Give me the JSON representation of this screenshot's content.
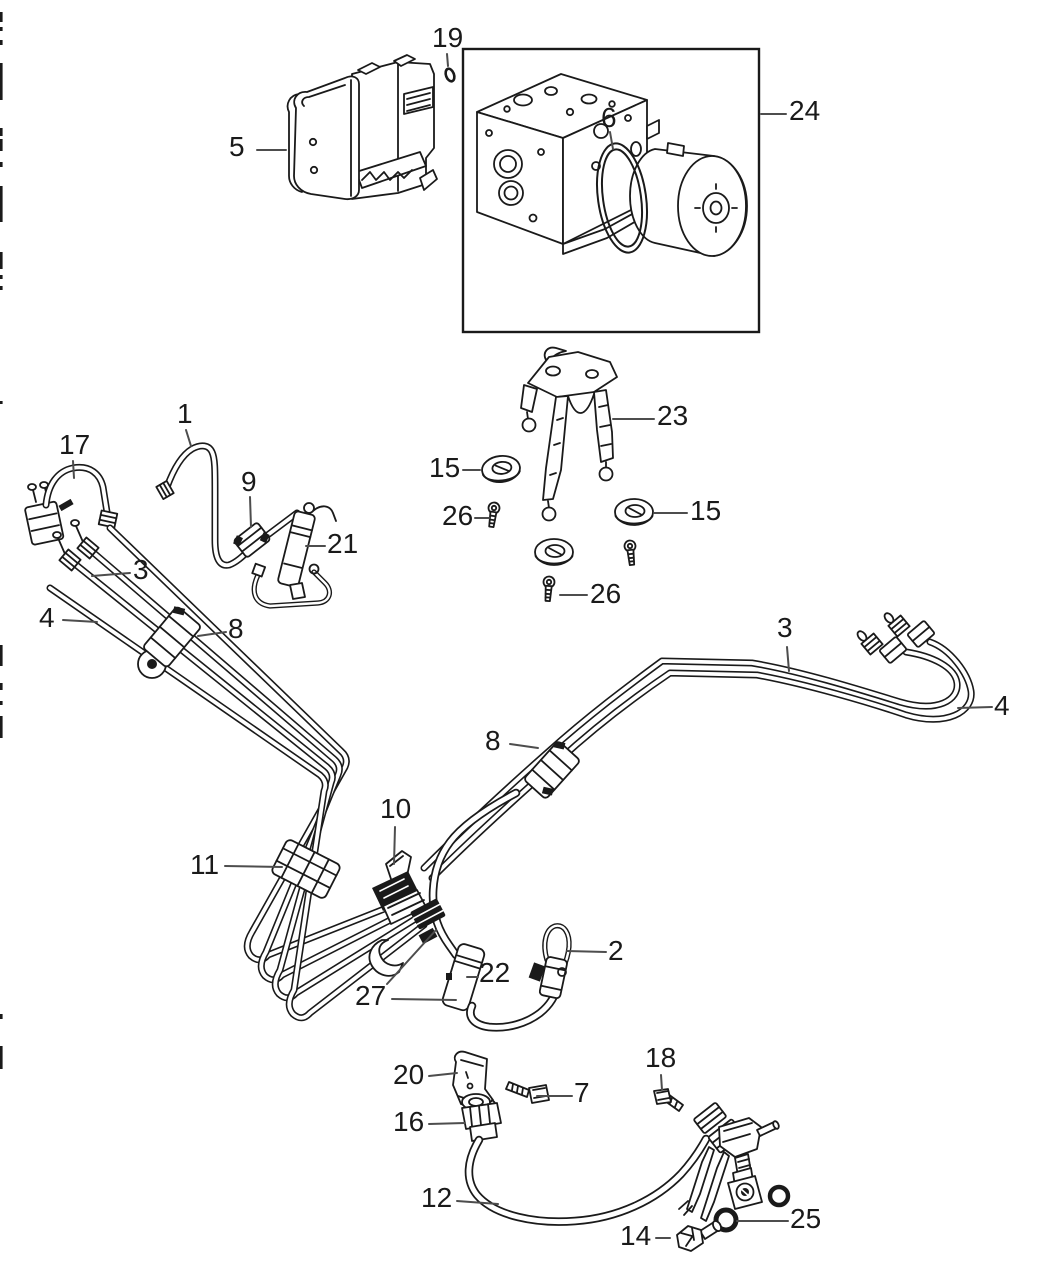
{
  "diagram": {
    "background_color": "#ffffff",
    "line_color": "#1a1a1a",
    "leader_color": "#4d4d4d",
    "callout_labels": {
      "1": "1",
      "2": "2",
      "3": "3",
      "4": "4",
      "5": "5",
      "6": "6",
      "7": "7",
      "8": "8",
      "9": "9",
      "10": "10",
      "11": "11",
      "12": "12",
      "14": "14",
      "15": "15",
      "16": "16",
      "17": "17",
      "18": "18",
      "19": "19",
      "20": "20",
      "21": "21",
      "22": "22",
      "23": "23",
      "24": "24",
      "25": "25",
      "26": "26",
      "27": "27"
    }
  }
}
